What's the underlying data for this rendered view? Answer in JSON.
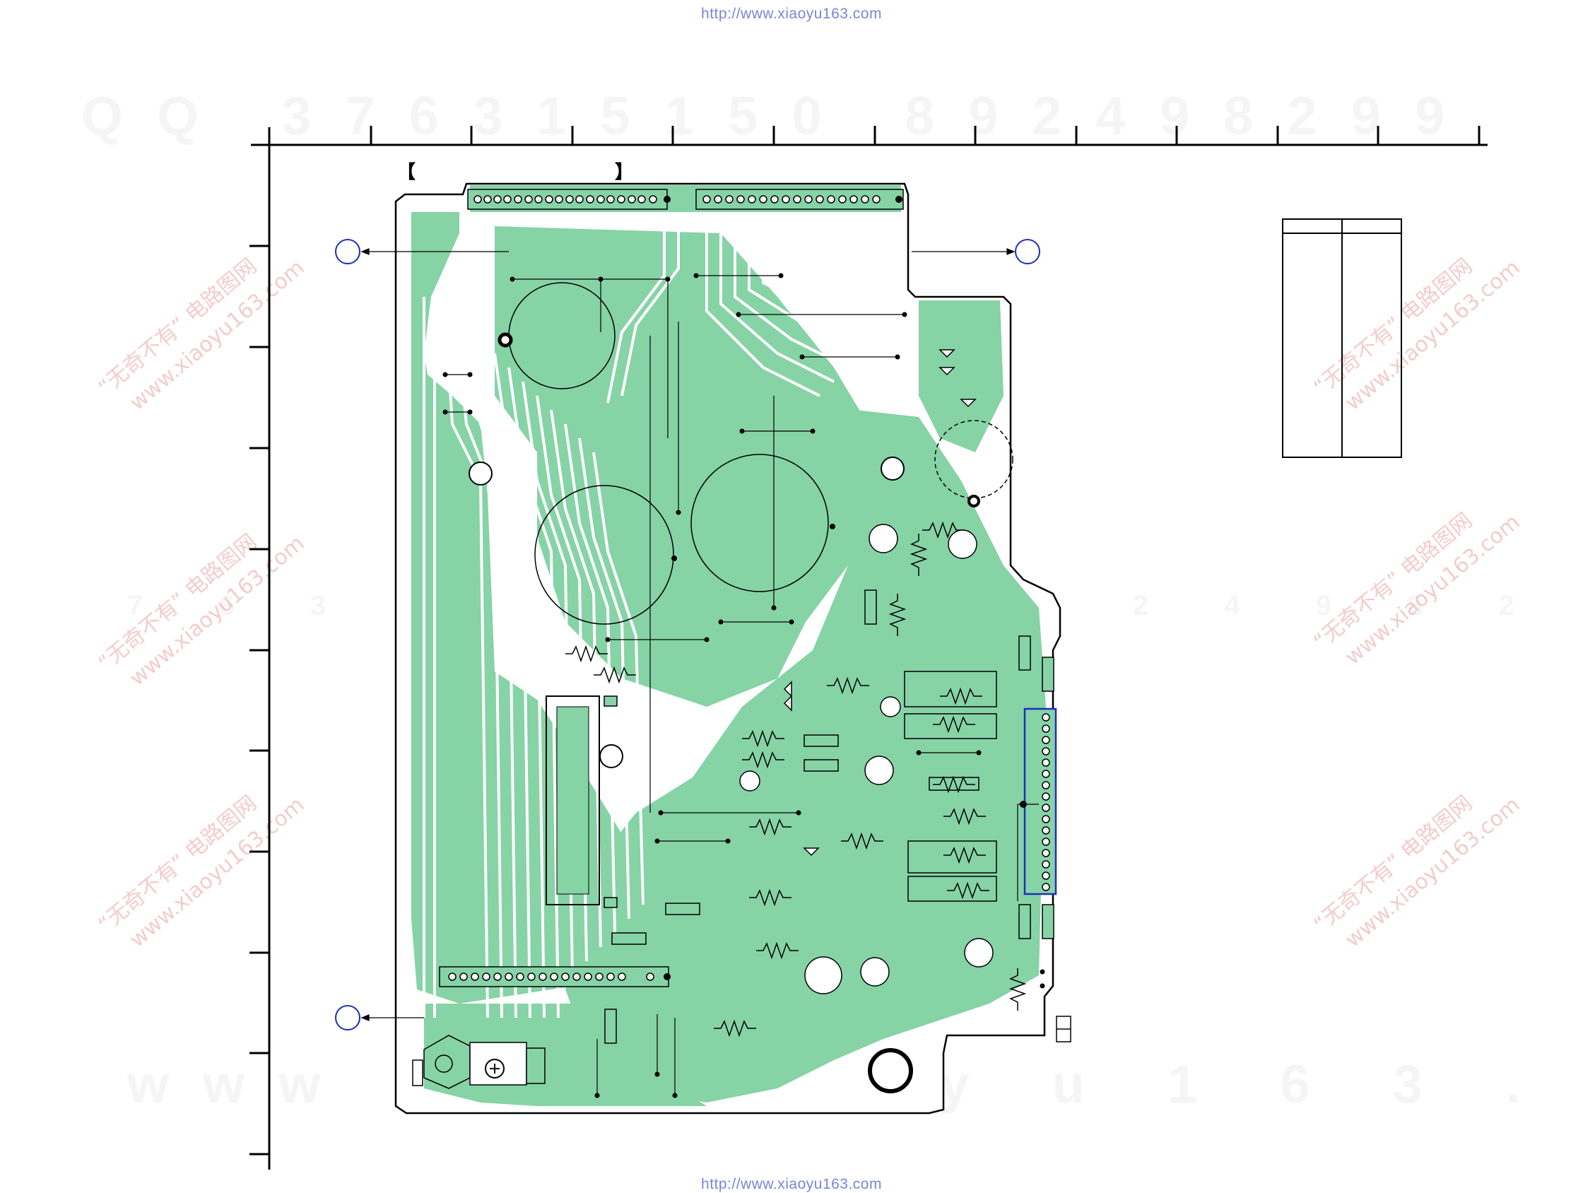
{
  "header": {
    "url_top": "http://www.xiaoyu163.com"
  },
  "footer": {
    "url_bottom": "http://www.xiaoyu163.com"
  },
  "watermarks": {
    "qq_line": "QQ 376315150    892498299",
    "mid_line": "7 6 3 9 4    3 1 5 0    8 9 2 4 9 8 2 9 9",
    "www_line": "www . x i a o y u 1 6 3 . com",
    "cn_tag": "“无奇不有” 电路图网",
    "site": "www.xiaoyu163.com"
  },
  "board": {
    "copper_color": "#86d3a6",
    "outline_color": "#000000",
    "highlight_color": "#1f2fb8",
    "label_open": "【",
    "label_close": "】"
  }
}
